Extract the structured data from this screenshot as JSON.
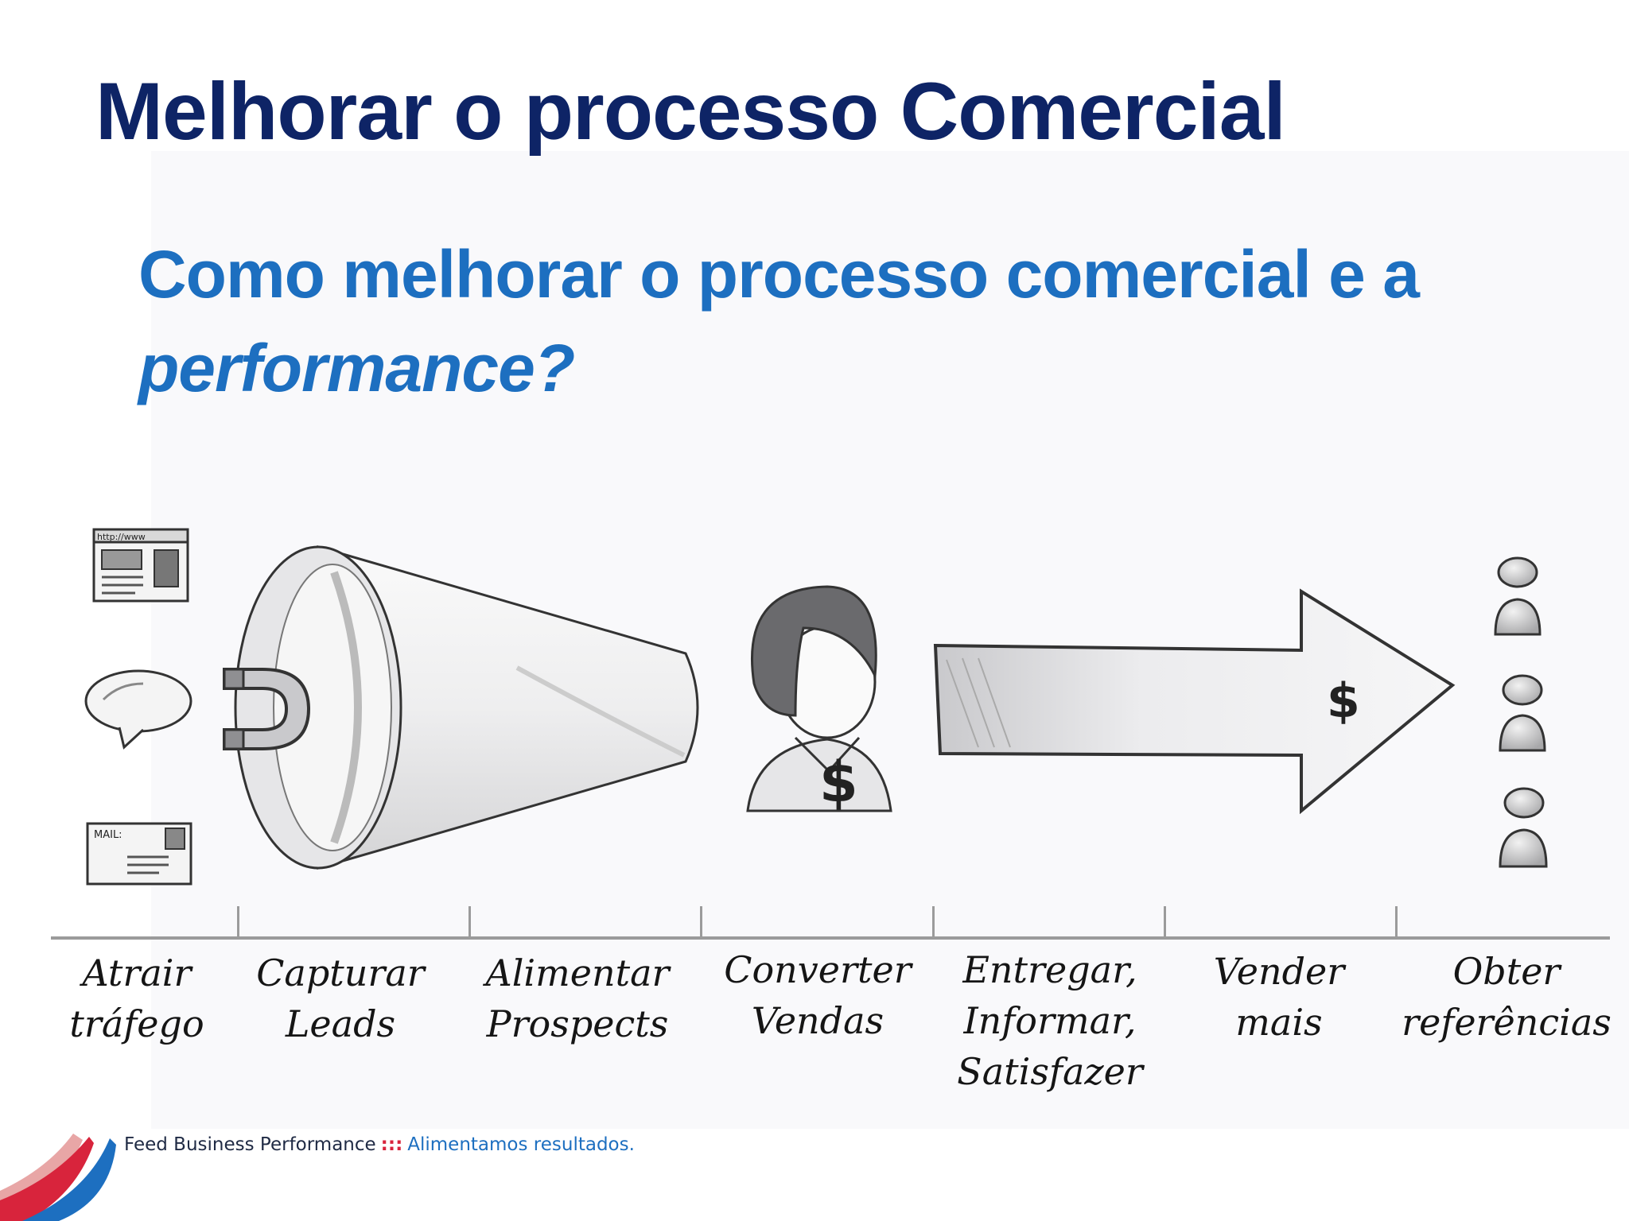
{
  "title": "Melhorar o processo Comercial",
  "subtitle": {
    "line1": "Como melhorar o processo comercial e a",
    "line2": "performance?"
  },
  "steps": [
    {
      "line1": "Atrair",
      "line2": "tráfego"
    },
    {
      "line1": "Capturar",
      "line2": "Leads"
    },
    {
      "line1": "Alimentar",
      "line2": "Prospects"
    },
    {
      "line1": "Converter",
      "line2": "Vendas"
    },
    {
      "line1": "Entregar,",
      "line2": "Informar,",
      "line3": "Satisfazer"
    },
    {
      "line1": "Vender",
      "line2": "mais"
    },
    {
      "line1": "Obter",
      "line2": "referências"
    }
  ],
  "illustration": {
    "browser_text": "http://www",
    "mail_text": "MAIL:",
    "dollar_sign": "$"
  },
  "footer": {
    "company": "Feed Business Performance",
    "separator": ":::",
    "tagline": "Alimentamos resultados."
  },
  "colors": {
    "title": "#0e2466",
    "subtitle": "#1d6fc0",
    "brand_red": "#d8243c",
    "brand_blue": "#1d6fc0"
  }
}
